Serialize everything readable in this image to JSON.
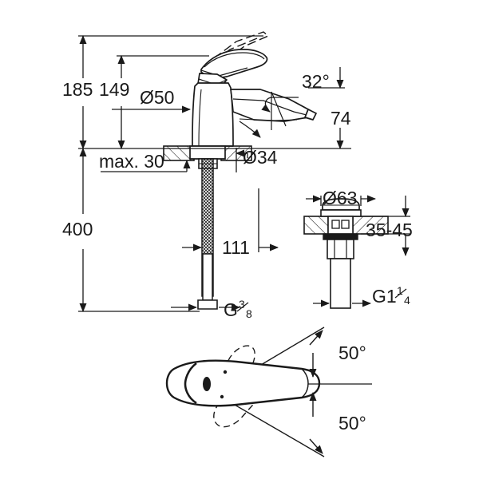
{
  "drawing": {
    "title": "Single-lever basin mixer dimension drawing",
    "background_color": "#ffffff",
    "line_color": "#1a1a1a",
    "views": {
      "elevation": "front elevation of single-lever basin mixer",
      "drain_detail": "push-open pop-up waste detail",
      "top_view": "top view of lever handle swivel range"
    }
  },
  "dimensions": {
    "total_height": "185",
    "spout_height": "149",
    "spout_diameter": "Ø50",
    "base_diameter": "Ø34",
    "max_thickness": "max. 30",
    "spout_projection": "74",
    "spout_angle": "32°",
    "supply_length": "400",
    "shank_length": "111",
    "supply_thread": "G",
    "supply_thread_num": "3",
    "supply_thread_den": "8",
    "drain_cap_diameter": "Ø63",
    "drain_basin_thickness": "35-45",
    "drain_thread": "G1",
    "drain_thread_num": "1",
    "drain_thread_den": "4",
    "swivel_upper": "50°",
    "swivel_lower": "50°"
  }
}
